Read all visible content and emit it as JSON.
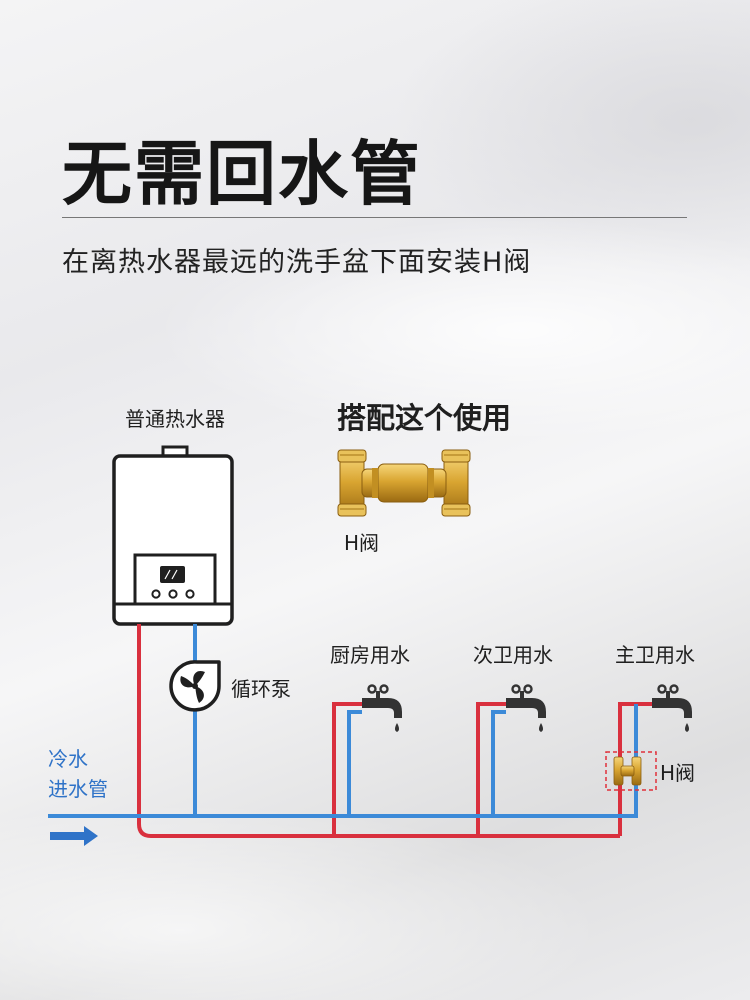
{
  "title": "无需回水管",
  "subtitle": "在离热水器最远的洗手盆下面安装H阀",
  "heater_label": "普通热水器",
  "pair_use_label": "搭配这个使用",
  "h_valve_label": "H阀",
  "pump_label": "循环泵",
  "cold_inlet_label_line1": "冷水",
  "cold_inlet_label_line2": "进水管",
  "taps": [
    "厨房用水",
    "次卫用水",
    "主卫用水"
  ],
  "h_valve_small_label": "H阀",
  "colors": {
    "hot_pipe": "#d9303e",
    "cold_pipe": "#3c8ad8",
    "inlet_text": "#2f73c8",
    "brass": "#d8a531"
  }
}
